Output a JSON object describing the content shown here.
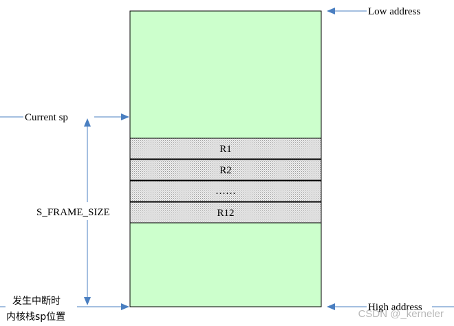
{
  "labels": {
    "low_address": "Low  address",
    "high_address": "High address",
    "current_sp": "Current sp",
    "frame_size": "S_FRAME_SIZE",
    "interrupt_line1": "发生中断时",
    "interrupt_line2": "内核栈sp位置"
  },
  "registers": [
    "R1",
    "R2",
    "……",
    "R12"
  ],
  "watermark": "CSDN @_kerneler",
  "colors": {
    "stack_fill": "#ccffcc",
    "register_fill": "#e6e6e6",
    "arrow": "#4a7fc1",
    "outline": "#000000"
  }
}
